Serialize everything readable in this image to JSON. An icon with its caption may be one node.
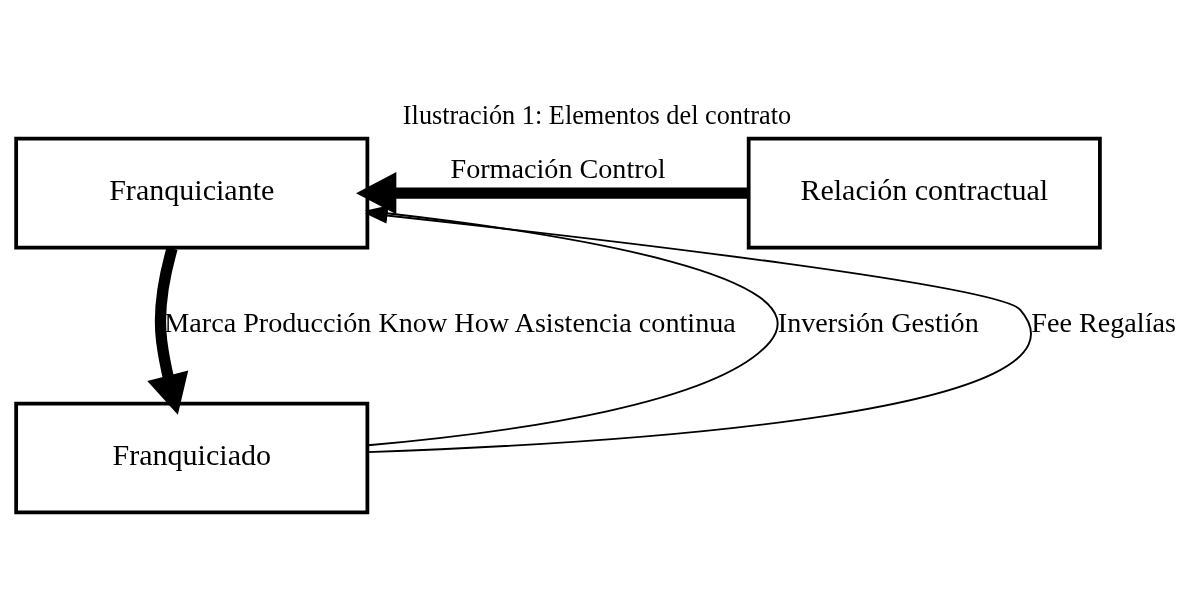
{
  "diagram": {
    "title": "Ilustración 1: Elementos del contrato",
    "nodes": [
      {
        "text": [
          "Franquiciante"
        ]
      },
      {
        "text": [
          "Relación contractual"
        ]
      },
      {
        "text": [
          "Franquiciado"
        ]
      }
    ],
    "edges": [
      {
        "from": 1,
        "to": 0,
        "arrow": "to",
        "style": "thick",
        "label": "Formación Control"
      },
      {
        "from": 0,
        "to": 2,
        "arrow": "to",
        "style": "thick",
        "label": "Marca Producción Know How Asistencia continua"
      },
      {
        "from": 2,
        "to": 0,
        "arrow": "to",
        "label": "Inversión Gestión"
      },
      {
        "from": 2,
        "to": 0,
        "arrow": "to",
        "label": "Fee Regalías"
      }
    ]
  }
}
